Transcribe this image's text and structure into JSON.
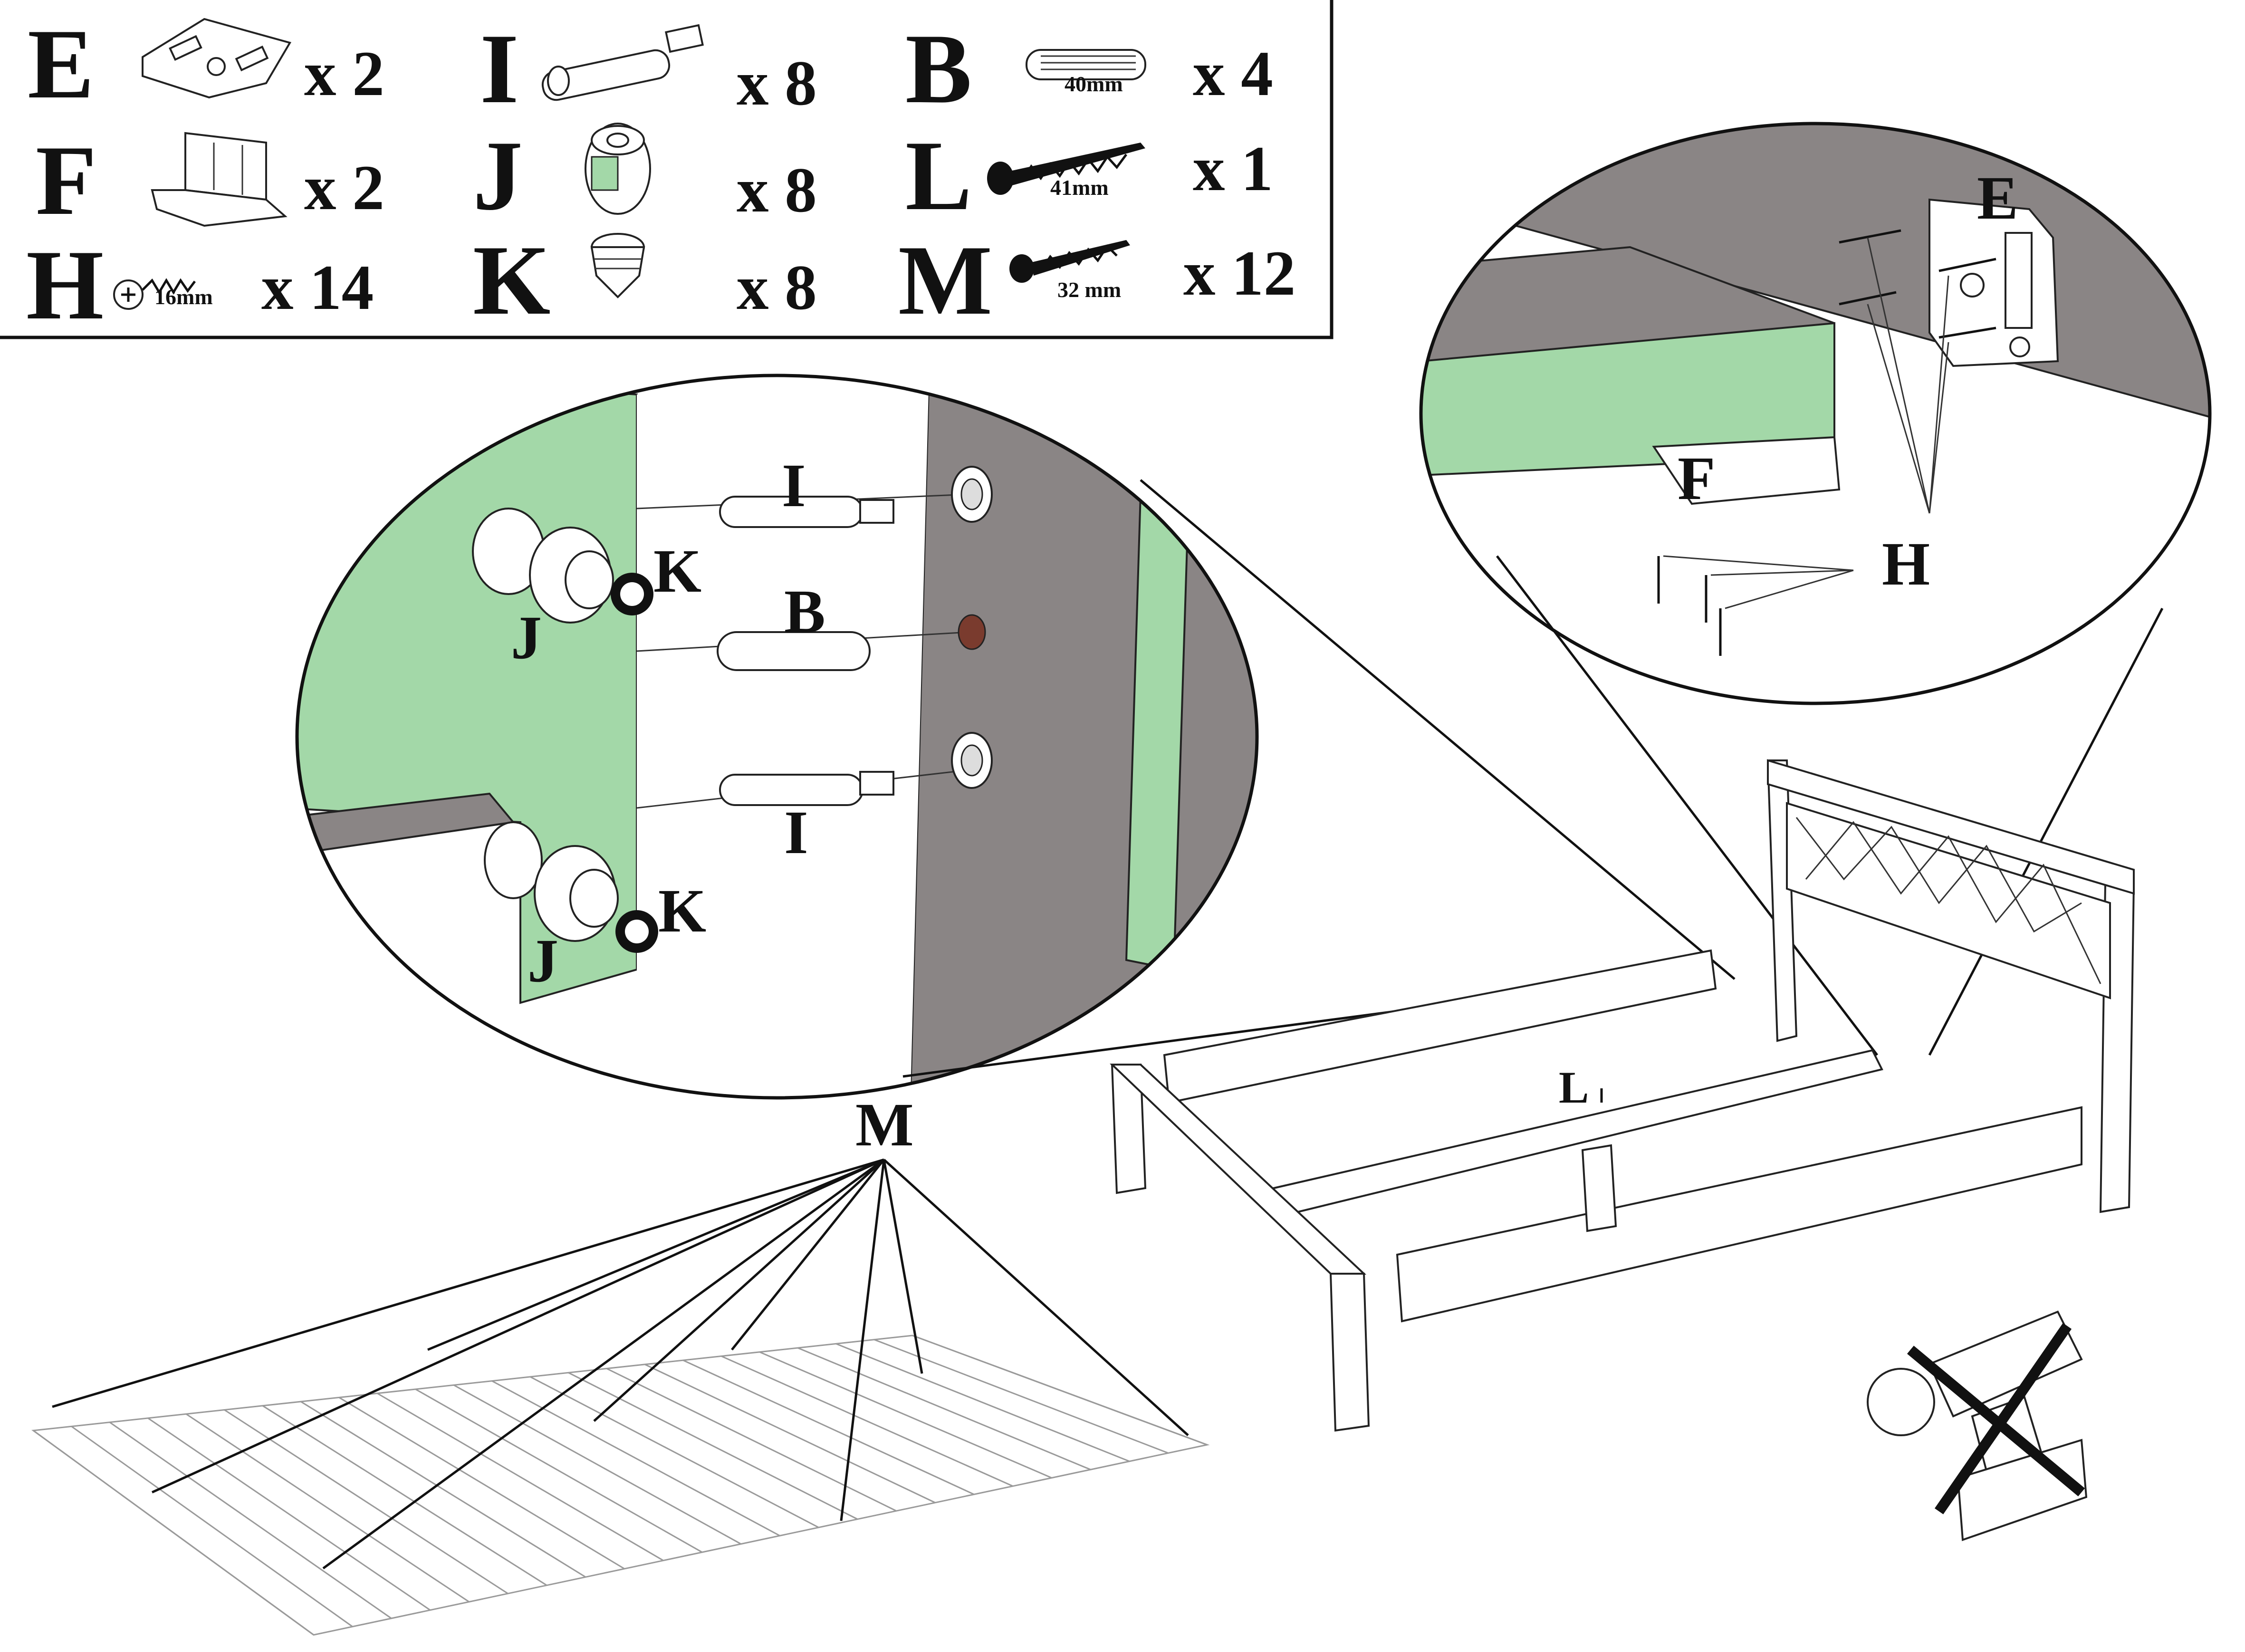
{
  "parts": [
    {
      "letter": "E",
      "qty": "x 2",
      "dim": "",
      "icon": "corner-bracket-plate-icon"
    },
    {
      "letter": "F",
      "qty": "x 2",
      "dim": "",
      "icon": "angle-bracket-icon"
    },
    {
      "letter": "H",
      "qty": "x 14",
      "dim": "16mm",
      "icon": "short-screw-icon"
    },
    {
      "letter": "I",
      "qty": "x 8",
      "dim": "",
      "icon": "connector-bolt-icon"
    },
    {
      "letter": "J",
      "qty": "x 8",
      "dim": "",
      "icon": "cam-lock-icon"
    },
    {
      "letter": "K",
      "qty": "x 8",
      "dim": "",
      "icon": "screw-dowel-icon"
    },
    {
      "letter": "B",
      "qty": "x 4",
      "dim": "40mm",
      "icon": "wooden-dowel-icon"
    },
    {
      "letter": "L",
      "qty": "x 1",
      "dim": "41mm",
      "icon": "long-screw-icon"
    },
    {
      "letter": "M",
      "qty": "x 12",
      "dim": "32 mm",
      "icon": "slat-screw-icon"
    }
  ],
  "callouts": {
    "left_detail": {
      "i_top": "I",
      "k_top": "K",
      "j_top": "J",
      "b": "B",
      "i_bottom": "I",
      "k_bottom": "K",
      "j_bottom": "J"
    },
    "right_detail": {
      "e": "E",
      "f": "F",
      "h": "H"
    },
    "slats": {
      "m": "M"
    },
    "frame": {
      "l": "L"
    }
  },
  "colors": {
    "panel_green": "#a3d8a8",
    "panel_gray": "#8a8585",
    "hole_brown": "#7a3b2e"
  },
  "notes": {
    "tool_warning_icon": "no-power-drill-icon"
  }
}
